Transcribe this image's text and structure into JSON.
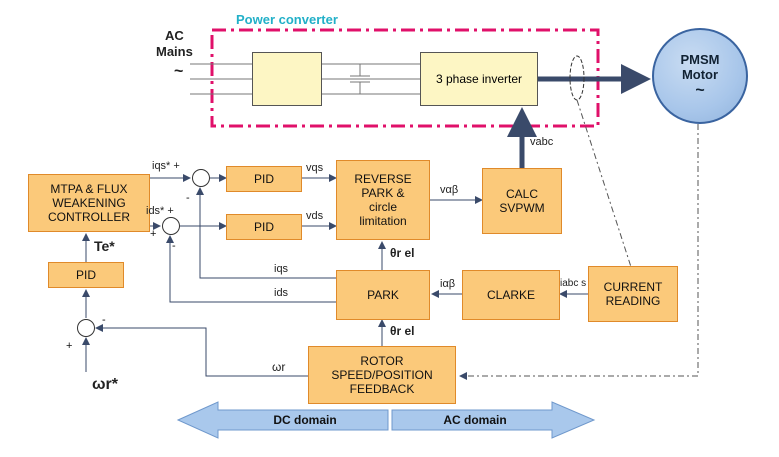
{
  "power_converter": {
    "title": "Power converter",
    "inverter_label": "3 phase inverter"
  },
  "ac_mains": {
    "label": "AC\nMains",
    "symbol": "~"
  },
  "motor": {
    "line1": "PMSM",
    "line2": "Motor",
    "symbol": "~"
  },
  "blocks": {
    "mtpa": "MTPA & FLUX\nWEAKENING\nCONTROLLER",
    "pid_q": "PID",
    "pid_d": "PID",
    "pid_speed": "PID",
    "reverse_park": "REVERSE\nPARK   &\ncircle\nlimitation",
    "svpwm": "CALC\nSVPWM",
    "park": "PARK",
    "clarke": "CLARKE",
    "current_reading": "CURRENT\nREADING",
    "rotor_feedback": "ROTOR\nSPEED/POSITION\nFEEDBACK"
  },
  "signals": {
    "iqs_ref": "iqs* +",
    "ids_ref": "ids* +",
    "vqs": "vqs",
    "vds": "vds",
    "valphabeta": "vαβ",
    "vabc": "vabc",
    "theta_top": "θr el",
    "theta_bottom": "θr el",
    "iqs": "iqs",
    "ids": "ids",
    "ialphabeta": "iαβ",
    "iabcs": "iabc s",
    "te_ref": "Te*",
    "omega_r": "ωr",
    "omega_ref": "ωr*"
  },
  "signs": {
    "q_minus": "-",
    "d_minus": "-",
    "d_plus": "+",
    "speed_minus": "-",
    "speed_plus": "+"
  },
  "domains": {
    "dc": "DC domain",
    "ac": "AC domain"
  },
  "colors": {
    "block_fill": "#fbc97a",
    "block_border": "#e08a2a",
    "converter_border": "#e0106a",
    "converter_title": "#22b0c8",
    "domain_arrow": "#a9c8ec",
    "motor": "#a8c6ea"
  }
}
